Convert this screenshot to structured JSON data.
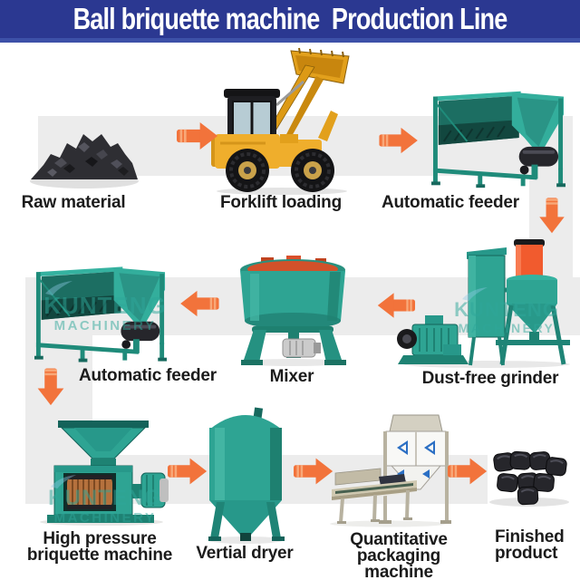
{
  "header": {
    "title": "Ball briquette machine  Production Line"
  },
  "colors": {
    "banner_navy": "#2b3891",
    "banner_stripe": "#3d51a8",
    "arrow_orange": "#f2733b",
    "arrow_stripe": "#f8a878",
    "band_gray": "#ececec",
    "machine_teal": "#2ea493",
    "label_black": "#1b1b1b",
    "watermark_teal": "#2fa79a"
  },
  "watermark": {
    "line1": "KUNTENG",
    "line2": "MACHINERY"
  },
  "stations": [
    {
      "id": "raw-material",
      "label": "Raw material"
    },
    {
      "id": "forklift-loading",
      "label": "Forklift loading"
    },
    {
      "id": "automatic-feeder-1",
      "label": "Automatic feeder"
    },
    {
      "id": "automatic-feeder-2",
      "label": "Automatic feeder"
    },
    {
      "id": "mixer",
      "label": "Mixer"
    },
    {
      "id": "dust-free-grinder",
      "label": "Dust-free grinder"
    },
    {
      "id": "high-pressure-briquette-machine",
      "label_line1": "High pressure",
      "label_line2": "briquette machine"
    },
    {
      "id": "vertial-dryer",
      "label": "Vertial dryer"
    },
    {
      "id": "quantitative-packaging-machine",
      "label_line1": "Quantitative",
      "label_line2": "packaging machine"
    },
    {
      "id": "finished-product",
      "label_line1": "Finished",
      "label_line2": "product"
    }
  ]
}
